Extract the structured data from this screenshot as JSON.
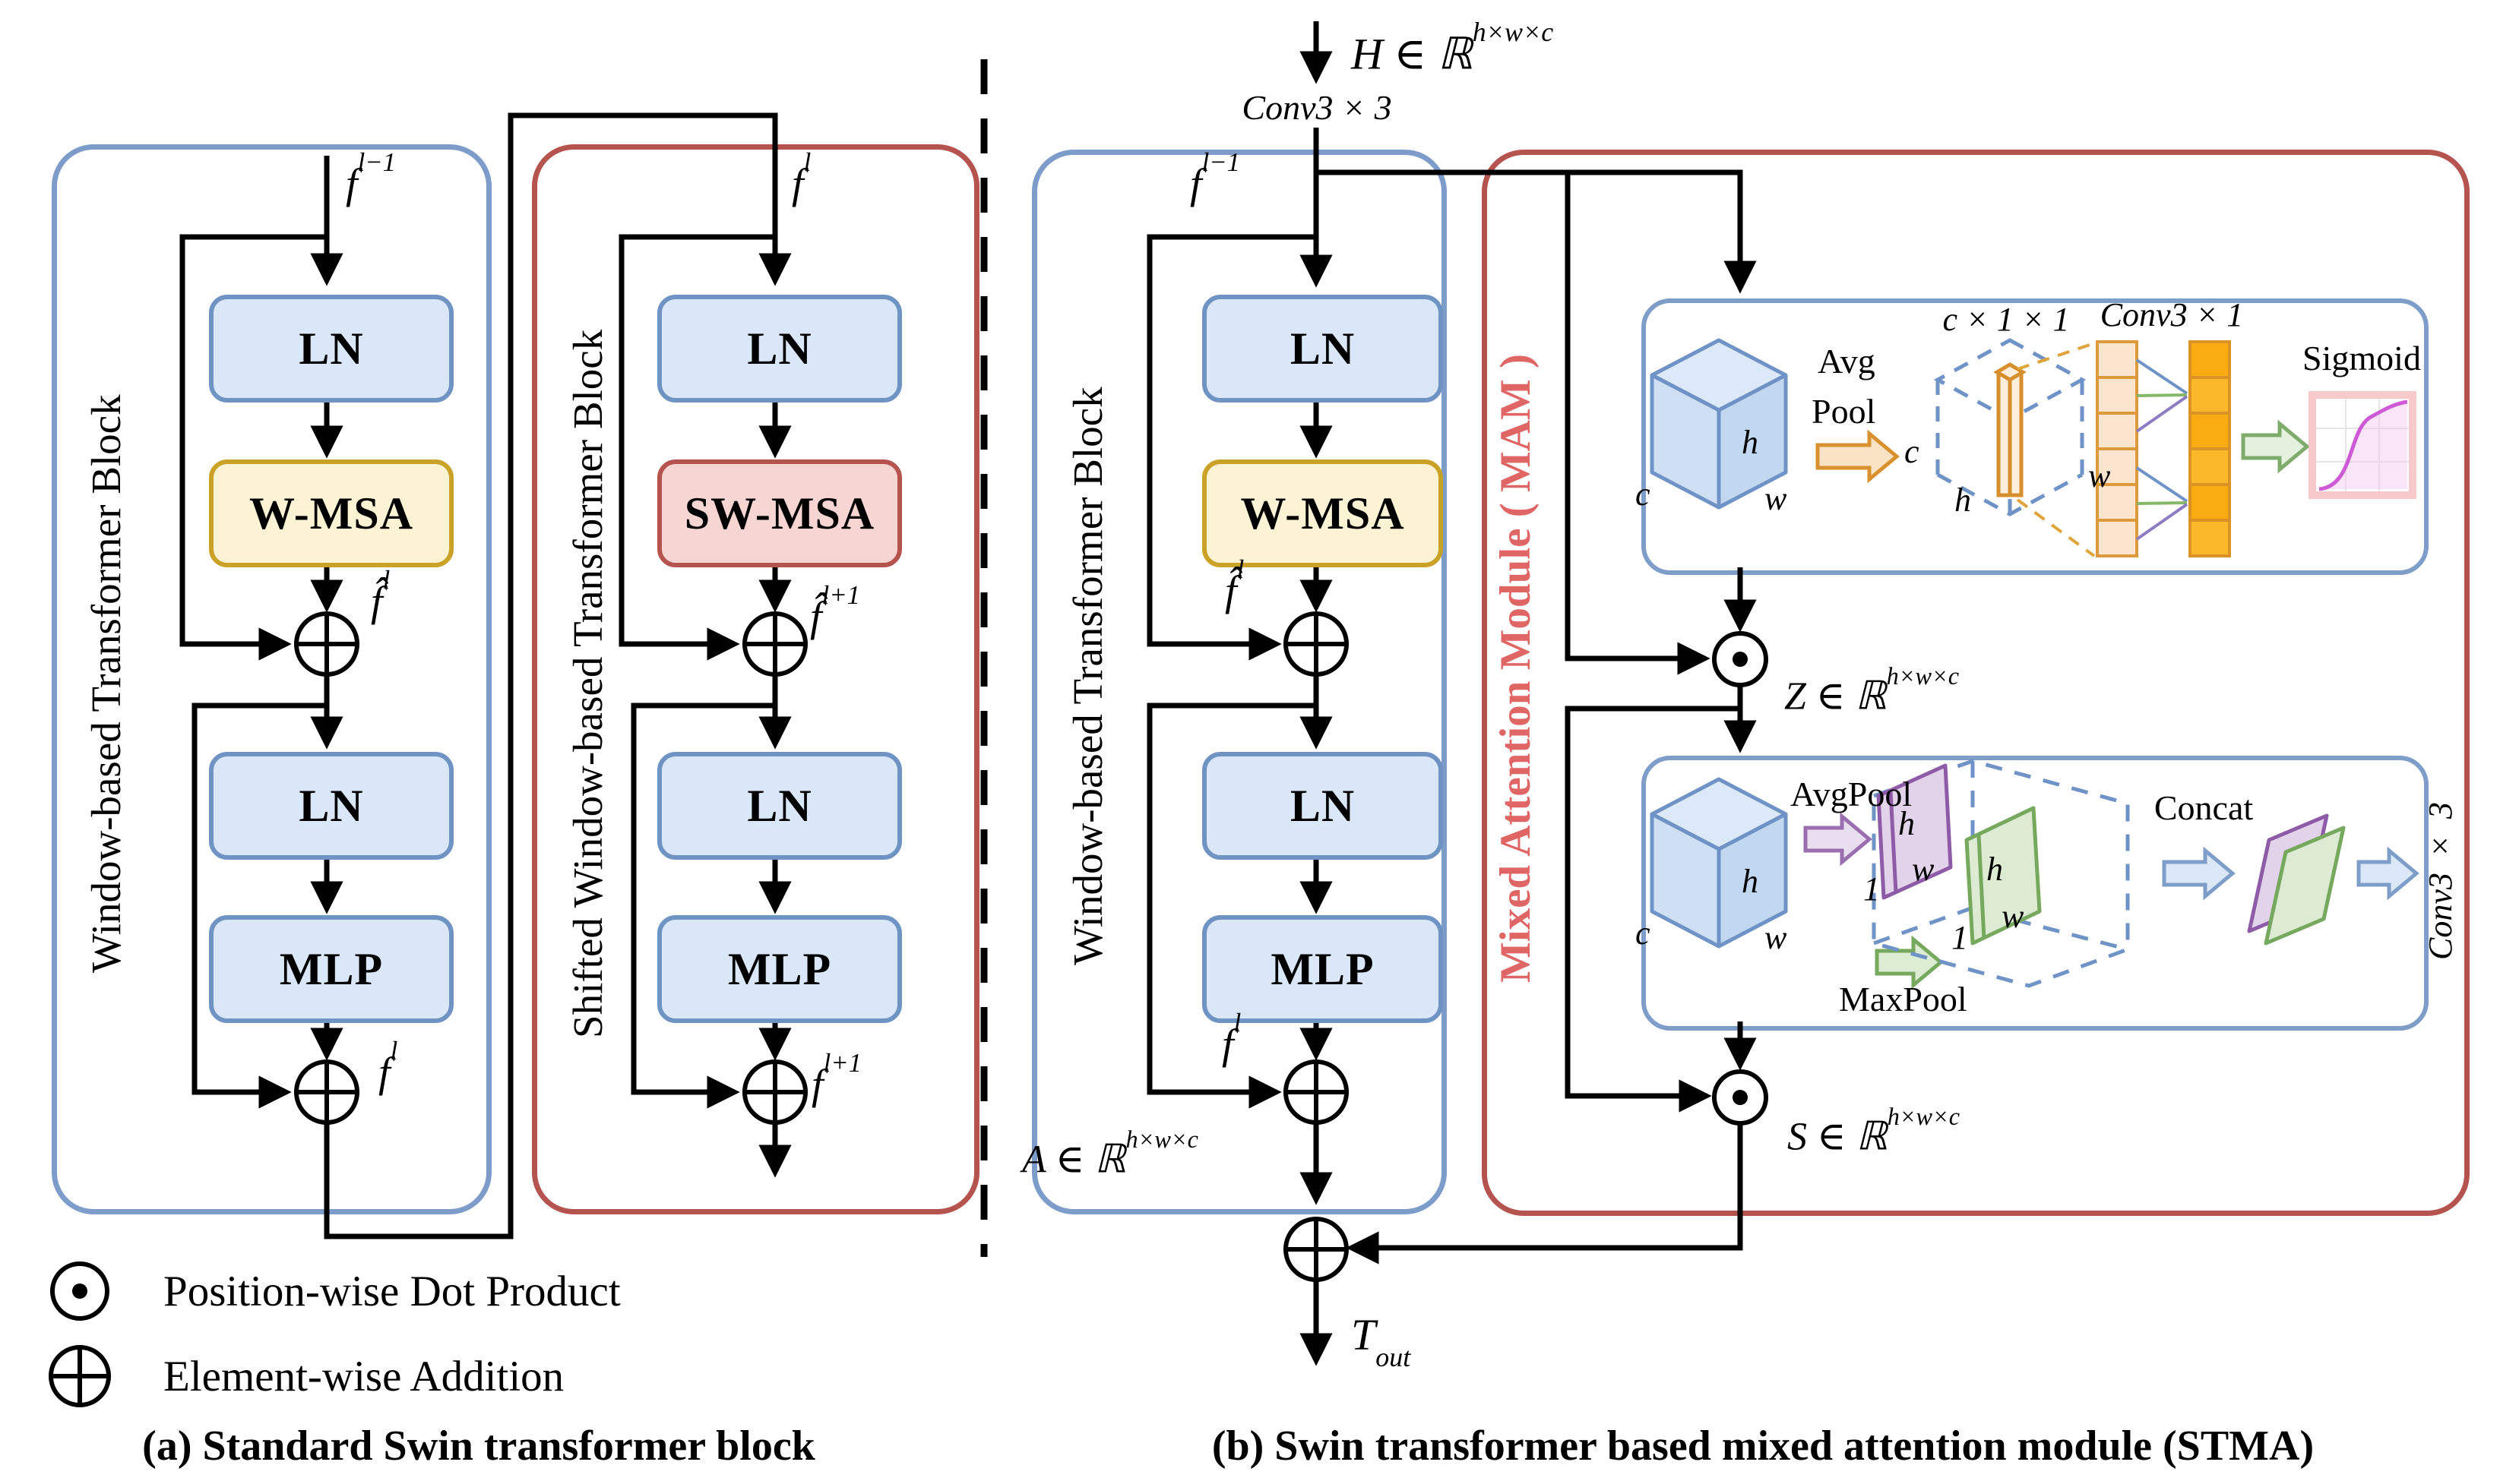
{
  "colors": {
    "blue_border": "#7D9CC9",
    "red_border": "#B5534F",
    "ln_fill": "#DAE7F8",
    "ln_border": "#6F94C4",
    "wmsa_fill": "#FCF3D5",
    "wmsa_border": "#C9A227",
    "swmsa_fill": "#F6D5D3",
    "mam_label": "#E06666",
    "cube_fill": "#CFE0F4",
    "orange_cell": "#F8AC12",
    "peach_cell": "#FBE5CE",
    "purple_plane": "#8E5BA6",
    "green_plane": "#76A85E",
    "sigmoid_curve": "#CE5AD6",
    "line": "#000000"
  },
  "panel_a": {
    "caption": "(a) Standard Swin transformer block",
    "block1": {
      "title": "Window-based Transformer Block",
      "input": "f^{l−1}",
      "ln1": "LN",
      "attn": "W-MSA",
      "ln2": "LN",
      "mlp": "MLP",
      "sum1": "f̂^{l}",
      "sum2": "f^{l}"
    },
    "block2": {
      "title": "Shifted Window-based Transformer Block",
      "input": "f^{l}",
      "ln1": "LN",
      "attn": "SW-MSA",
      "ln2": "LN",
      "mlp": "MLP",
      "sum1": "f̂^{l+1}",
      "sum2": "f^{l+1}"
    },
    "legend": {
      "dot": "Position-wise Dot Product",
      "plus": "Element-wise Addition"
    }
  },
  "panel_b": {
    "caption": "(b) Swin transformer based mixed attention module (STMA)",
    "input": "H ∈ ℝ^{h×w×c}",
    "conv_in": "Conv3 × 3",
    "swin": {
      "title": "Window-based Transformer Block",
      "input": "f^{l−1}",
      "ln1": "LN",
      "attn": "W-MSA",
      "ln2": "LN",
      "mlp": "MLP",
      "sum1": "f̂^{l}",
      "sum2": "f^{l}",
      "out": "A ∈ ℝ^{h×w×c}"
    },
    "mam": {
      "title": "Mixed Attention Module ( MAM )",
      "channel": {
        "cube": {
          "c": "c",
          "h": "h",
          "w": "w"
        },
        "pool_line1": "Avg",
        "pool_line2": "Pool",
        "pooled_c": "c",
        "pooled_dim": "c × 1 × 1",
        "dash_h": "h",
        "dash_w": "w",
        "conv": "Conv3 × 1",
        "sigmoid": "Sigmoid"
      },
      "z": "Z ∈ ℝ^{h×w×c}",
      "spatial": {
        "cube": {
          "c": "c",
          "h": "h",
          "w": "w"
        },
        "avgpool": "AvgPool",
        "maxpool": "MaxPool",
        "avg_plane": {
          "h": "h",
          "w": "w",
          "one": "1"
        },
        "max_plane": {
          "h": "h",
          "w": "w",
          "one": "1"
        },
        "concat": "Concat",
        "conv": "Conv3 × 3"
      },
      "s": "S ∈ ℝ^{h×w×c}"
    },
    "out": "T_{out}"
  }
}
